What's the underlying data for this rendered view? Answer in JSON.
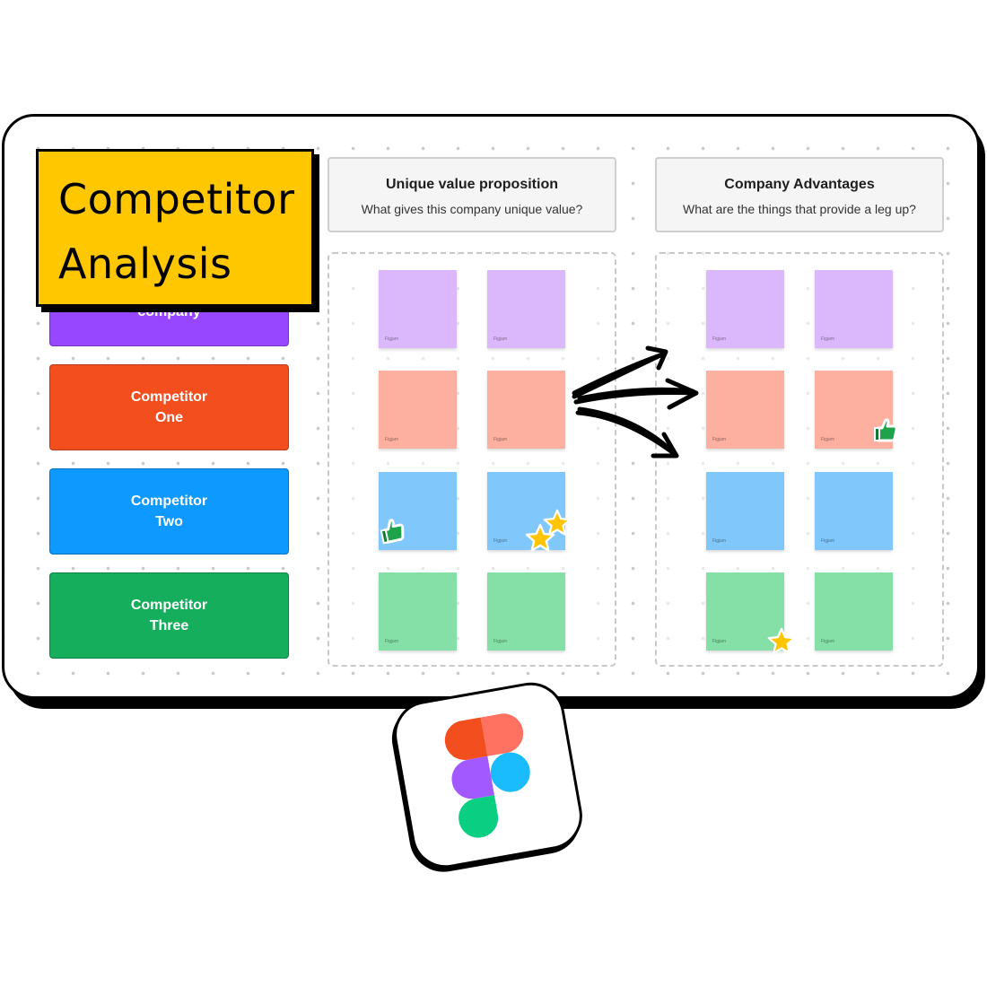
{
  "title": {
    "line1": "Competitor",
    "line2": "Analysis"
  },
  "competitors": [
    {
      "lines": [
        "company"
      ],
      "color": "#9747ff"
    },
    {
      "lines": [
        "Competitor",
        "One"
      ],
      "color": "#f24e1e"
    },
    {
      "lines": [
        "Competitor",
        "Two"
      ],
      "color": "#0d99ff"
    },
    {
      "lines": [
        "Competitor",
        "Three"
      ],
      "color": "#14ae5c"
    }
  ],
  "columns": [
    {
      "title": "Unique value proposition",
      "subtitle": "What gives this company unique value?"
    },
    {
      "title": "Company Advantages",
      "subtitle": "What are the things that provide a leg up?"
    }
  ],
  "sticky_tag": "Figjam",
  "colors": {
    "title_card": "#ffc700",
    "purple": "#dbb8fb",
    "red": "#fdb0a0",
    "blue": "#80c7fb",
    "green": "#84e0a6"
  },
  "icons": [
    "thumbs-up-icon",
    "star-icon",
    "arrow-icon",
    "figma-logo-icon"
  ]
}
